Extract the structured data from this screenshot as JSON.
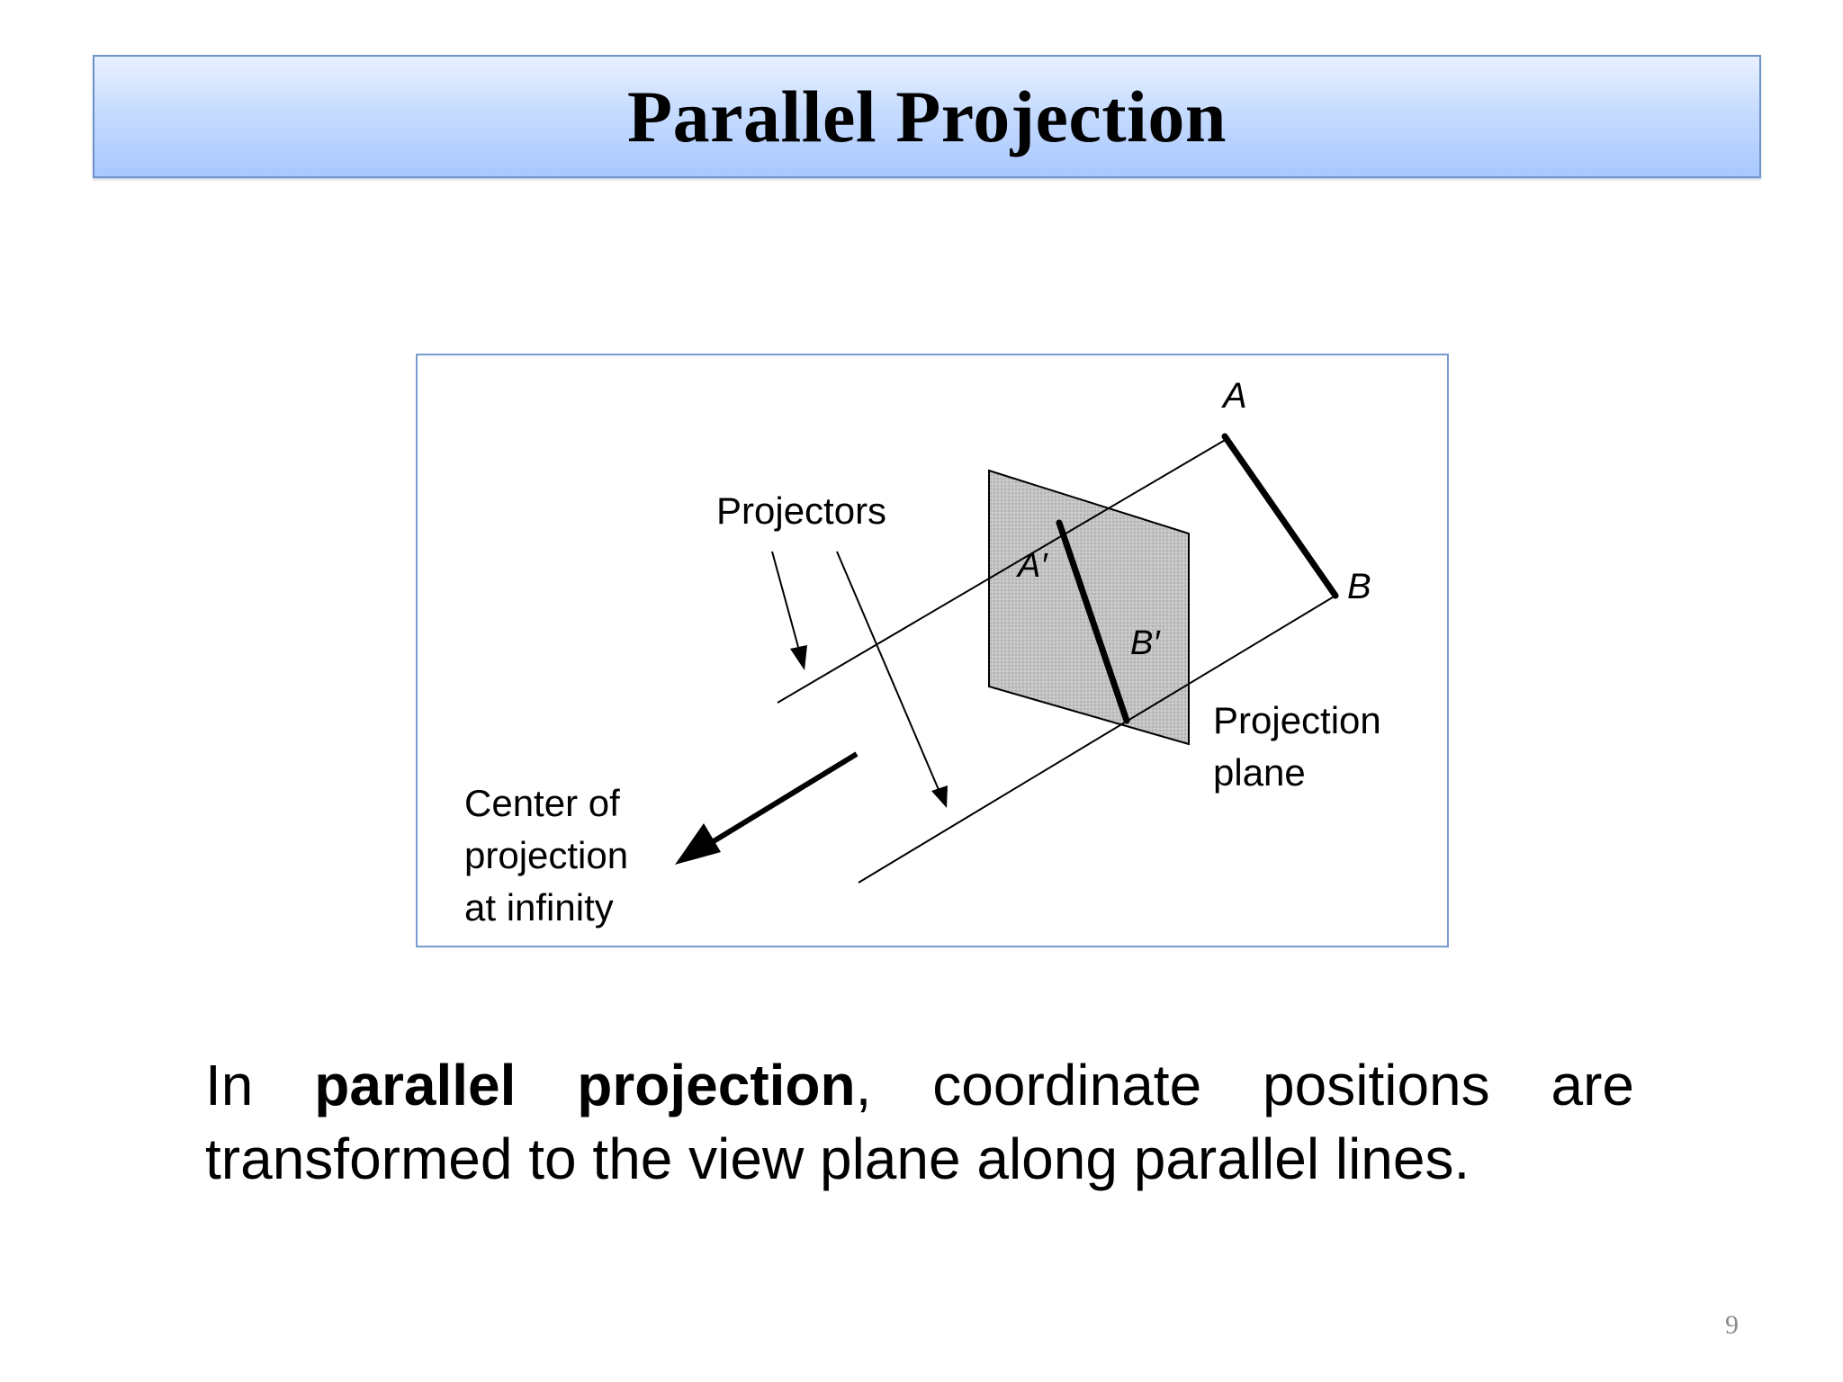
{
  "slide": {
    "title": "Parallel Projection",
    "page_number": "9"
  },
  "figure": {
    "label_A": "A",
    "label_B": "B",
    "label_A_prime": "A′",
    "label_B_prime": "B′",
    "label_projectors": "Projectors",
    "label_projection_plane_line1": "Projection",
    "label_projection_plane_line2": "plane",
    "label_center_line1": "Center of",
    "label_center_line2": "projection",
    "label_center_line3": "at infinity"
  },
  "body": {
    "prefix": "In ",
    "term": "parallel projection",
    "line1_rest": ", coordinate positions are",
    "line2": "transformed to the view plane along parallel lines."
  }
}
